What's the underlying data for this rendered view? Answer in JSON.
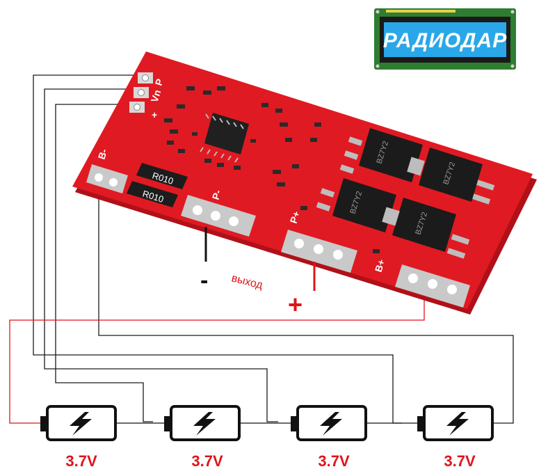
{
  "lcd": {
    "text": "РАДИОДАР"
  },
  "board": {
    "pins_left": [
      "P",
      "Vn",
      "+"
    ],
    "pad_b_minus": "B-",
    "pad_p_minus": "P-",
    "pad_p_plus": "P+",
    "pad_b_plus": "B+",
    "resistor_1": "R010",
    "resistor_2": "R010",
    "mosfet_marking": "BZ7Y2"
  },
  "output": {
    "minus": "-",
    "label": "выход",
    "plus": "+"
  },
  "cells": [
    {
      "voltage": "3.7V"
    },
    {
      "voltage": "3.7V"
    },
    {
      "voltage": "3.7V"
    },
    {
      "voltage": "3.7V"
    }
  ],
  "colors": {
    "pcb": "#e01a22",
    "pad": "#c9c9c9",
    "wire": "#1a1a1a",
    "red_wire": "#e0131b",
    "lcd_bg": "#2aa7e8",
    "lcd_frame": "#2e7d32"
  }
}
